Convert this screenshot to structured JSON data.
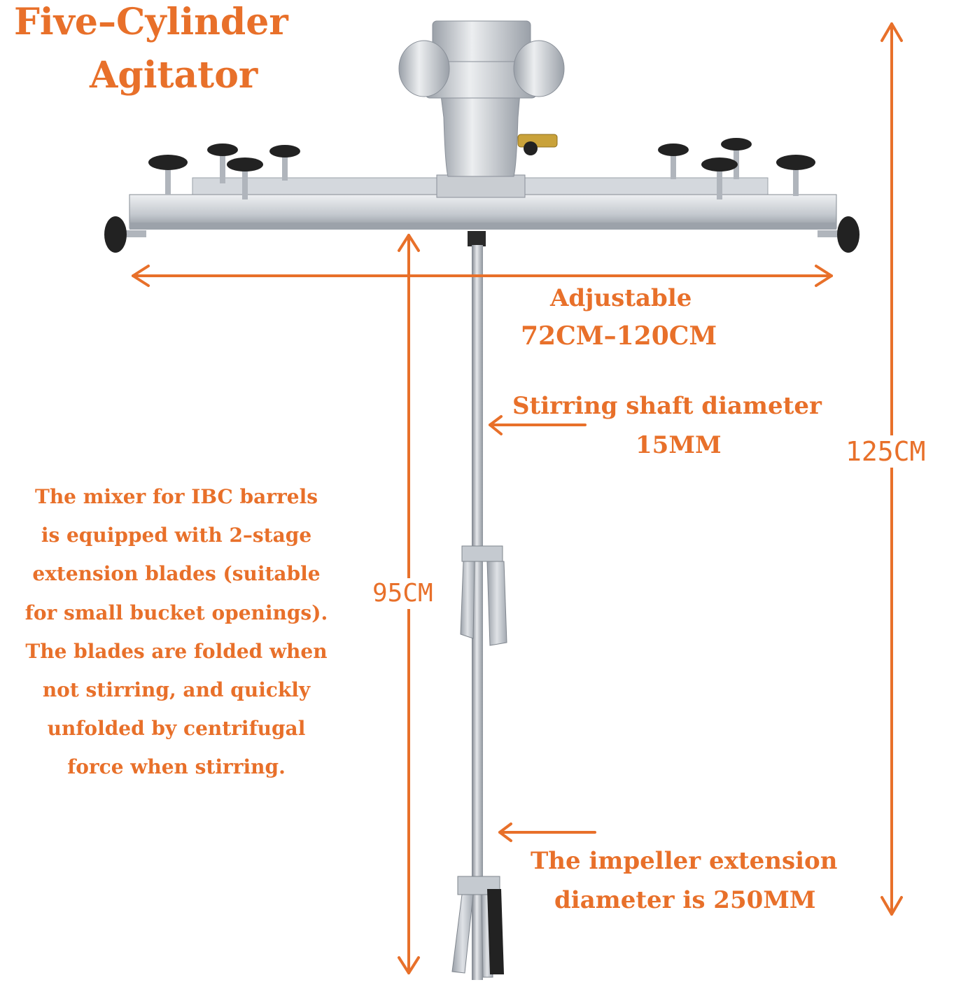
{
  "colors": {
    "accent": "#e8702a",
    "metal_light": "#dadde2",
    "metal_mid": "#b5bac2",
    "metal_dark": "#8a9099",
    "knob": "#222222"
  },
  "title": {
    "line1": "Five–Cylinder",
    "line2": "Agitator"
  },
  "adjustable": {
    "line1": "Adjustable",
    "line2": "72CM–120CM"
  },
  "shaft_diameter": {
    "line1": "Stirring shaft diameter",
    "line2": "15MM"
  },
  "total_height": "125CM",
  "shaft_length": "95CM",
  "description": {
    "lines": [
      "The mixer for IBC barrels",
      "is equipped with 2–stage",
      "extension blades (suitable",
      "for small bucket openings).",
      "The blades are folded when",
      "not stirring, and quickly",
      "unfolded by centrifugal",
      "force when stirring."
    ]
  },
  "impeller": {
    "line1": "The impeller extension",
    "line2": "diameter is 250MM"
  }
}
